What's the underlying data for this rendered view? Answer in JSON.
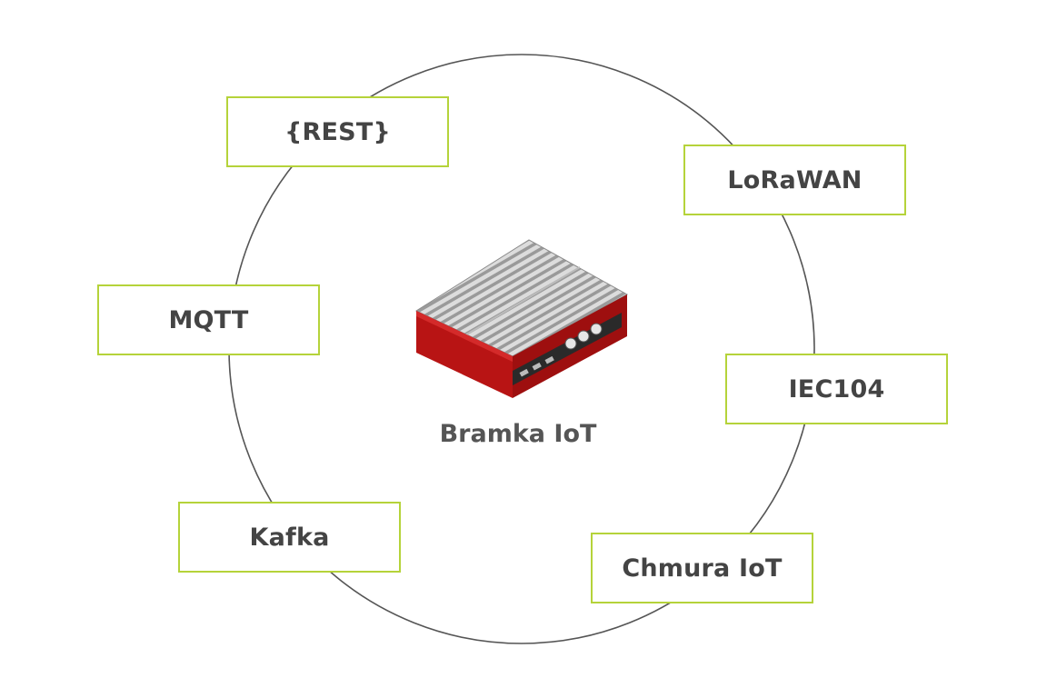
{
  "diagram": {
    "center": {
      "label": "Bramka IoT",
      "icon": "iot-gateway-device-icon",
      "device_color": "#c41a1a"
    },
    "nodes": [
      {
        "id": "rest",
        "label": "{REST}"
      },
      {
        "id": "lora",
        "label": "LoRaWAN"
      },
      {
        "id": "mqtt",
        "label": "MQTT"
      },
      {
        "id": "iec",
        "label": "IEC104"
      },
      {
        "id": "kafka",
        "label": "Kafka"
      },
      {
        "id": "cloud",
        "label": "Chmura IoT"
      }
    ],
    "colors": {
      "box_border": "#b5d33a",
      "ring": "#555555",
      "text": "#444444"
    }
  }
}
